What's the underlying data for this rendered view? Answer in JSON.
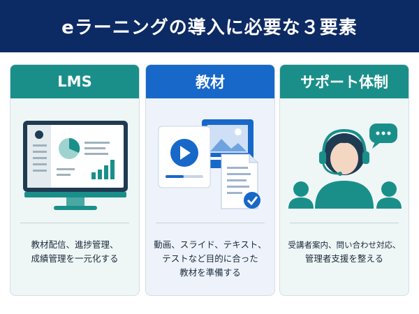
{
  "title": "eラーニングの導入に必要な３要素",
  "cards": [
    {
      "heading": "LMS",
      "lines": [
        "教材配信、進捗管理、",
        "成績管理を一元化する"
      ]
    },
    {
      "heading": "教材",
      "lines": [
        "動画、スライド、テキスト、",
        "テストなど目的に合った",
        "教材を準備する"
      ]
    },
    {
      "heading": "サポート体制",
      "lines": [
        "受講者案内、問い合わせ対応、",
        "管理者支援を整える"
      ]
    }
  ],
  "icons": {
    "card1": "monitor-dashboard-icon",
    "card2": "learning-materials-icon",
    "card3": "support-team-icon"
  },
  "colors": {
    "header_bg": "#0c2a63",
    "teal": "#1a8f8a",
    "blue": "#1768c8"
  }
}
